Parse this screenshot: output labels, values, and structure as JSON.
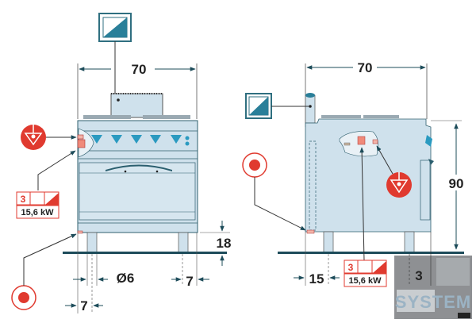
{
  "front_view": {
    "width_dim": "70",
    "foot_diameter": "Ø6",
    "right_offset": "7",
    "left_offset": "7",
    "leg_height": "18",
    "electrical": {
      "phases": "3",
      "power": "15,6 kW"
    }
  },
  "side_view": {
    "depth_dim": "70",
    "height_dim": "90",
    "rear_offset": "15",
    "front_offset": "3",
    "electrical": {
      "phases": "3",
      "power": "15,6 kW"
    }
  },
  "watermark": "SYSTEM",
  "colors": {
    "body": "#cfe1ec",
    "outline": "#2f5f6e",
    "accent": "#2a7f99",
    "red": "#e03a2f"
  }
}
